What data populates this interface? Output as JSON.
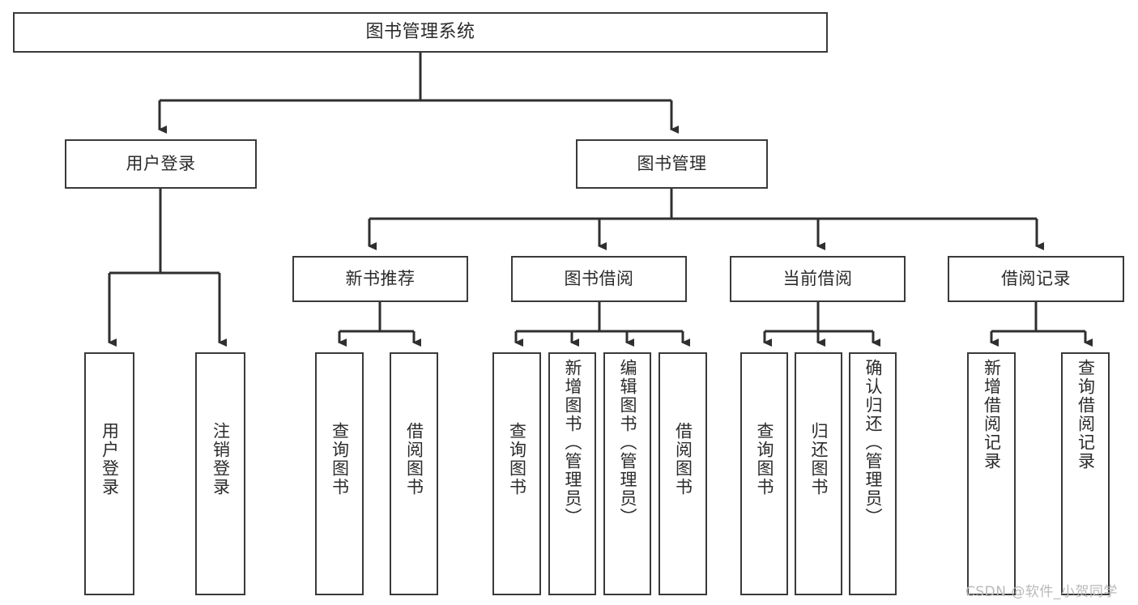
{
  "diagram": {
    "title": "图书管理系统",
    "watermark": "CSDN @软件_小贺同学",
    "stroke_color": "#3a3a3a",
    "text_color": "#2b2b2b",
    "background": "#ffffff",
    "levels": {
      "root": "图书管理系统",
      "level1": [
        "用户登录",
        "图书管理"
      ],
      "level2": [
        "新书推荐",
        "图书借阅",
        "当前借阅",
        "借阅记录"
      ]
    }
  },
  "nodes": {
    "root": {
      "label": "图书管理系统"
    },
    "user_login": {
      "label": "用户登录"
    },
    "book_manage": {
      "label": "图书管理"
    },
    "new_book_rec": {
      "label": "新书推荐"
    },
    "book_borrow": {
      "label": "图书借阅"
    },
    "current_borrow": {
      "label": "当前借阅"
    },
    "borrow_record": {
      "label": "借阅记录"
    },
    "leaf_user_login": {
      "label": "用户登录"
    },
    "leaf_logout": {
      "label": "注销登录"
    },
    "leaf_query_book_1": {
      "label": "查询图书"
    },
    "leaf_borrow_book_1": {
      "label": "借阅图书"
    },
    "leaf_query_book_2": {
      "label": "查询图书"
    },
    "leaf_add_book": {
      "label": "新增图书（管理员）"
    },
    "leaf_edit_book": {
      "label": "编辑图书（管理员）"
    },
    "leaf_borrow_book_2": {
      "label": "借阅图书"
    },
    "leaf_query_book_3": {
      "label": "查询图书"
    },
    "leaf_return_book": {
      "label": "归还图书"
    },
    "leaf_confirm_return": {
      "label": "确认归还（管理员）"
    },
    "leaf_add_record": {
      "label": "新增借阅记录"
    },
    "leaf_query_record": {
      "label": "查询借阅记录"
    }
  },
  "chart_data": {
    "type": "tree",
    "title": "图书管理系统",
    "orientation": "top-down",
    "tree": {
      "name": "图书管理系统",
      "children": [
        {
          "name": "用户登录",
          "children": [
            {
              "name": "用户登录"
            },
            {
              "name": "注销登录"
            }
          ]
        },
        {
          "name": "图书管理",
          "children": [
            {
              "name": "新书推荐",
              "children": [
                {
                  "name": "查询图书"
                },
                {
                  "name": "借阅图书"
                }
              ]
            },
            {
              "name": "图书借阅",
              "children": [
                {
                  "name": "查询图书"
                },
                {
                  "name": "新增图书（管理员）"
                },
                {
                  "name": "编辑图书（管理员）"
                },
                {
                  "name": "借阅图书"
                }
              ]
            },
            {
              "name": "当前借阅",
              "children": [
                {
                  "name": "查询图书"
                },
                {
                  "name": "归还图书"
                },
                {
                  "name": "确认归还（管理员）"
                }
              ]
            },
            {
              "name": "借阅记录",
              "children": [
                {
                  "name": "新增借阅记录"
                },
                {
                  "name": "查询借阅记录"
                }
              ]
            }
          ]
        }
      ]
    }
  }
}
